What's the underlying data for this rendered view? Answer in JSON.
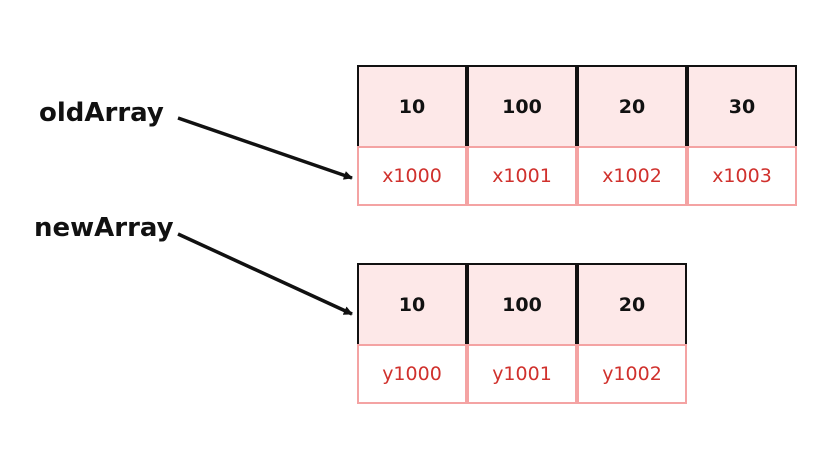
{
  "colors": {
    "value_fill": "#fde8e8",
    "value_border": "#111111",
    "address_border": "#f4a3a3",
    "address_text": "#d0312d",
    "label_text": "#111111"
  },
  "old_array": {
    "label": "oldArray",
    "cells": [
      {
        "value": "10",
        "address": "x1000"
      },
      {
        "value": "100",
        "address": "x1001"
      },
      {
        "value": "20",
        "address": "x1002"
      },
      {
        "value": "30",
        "address": "x1003"
      }
    ]
  },
  "new_array": {
    "label": "newArray",
    "cells": [
      {
        "value": "10",
        "address": "y1000"
      },
      {
        "value": "100",
        "address": "y1001"
      },
      {
        "value": "20",
        "address": "y1002"
      }
    ]
  }
}
